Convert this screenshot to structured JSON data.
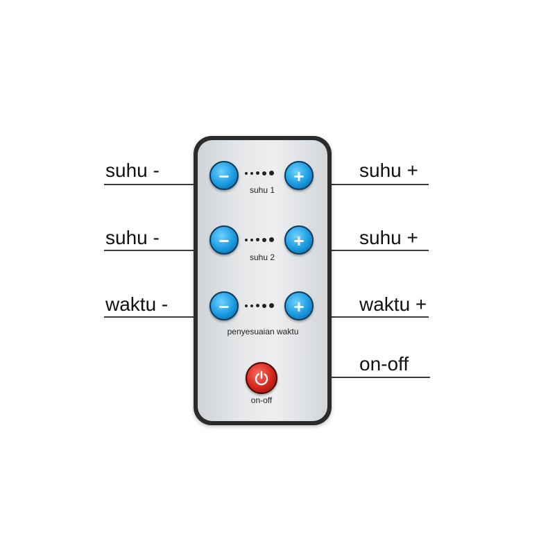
{
  "callouts": {
    "row1_left": "suhu -",
    "row1_right": "suhu +",
    "row2_left": "suhu -",
    "row2_right": "suhu +",
    "row3_left": "waktu -",
    "row3_right": "waktu +",
    "power_right": "on-off"
  },
  "remote": {
    "row1_caption": "suhu 1",
    "row2_caption": "suhu 2",
    "row3_caption": "penyesuaian waktu",
    "power_caption": "on-off",
    "minus_symbol": "−",
    "plus_symbol": "+"
  },
  "colors": {
    "button_blue": "#1a9be0",
    "power_red": "#d2261c",
    "remote_frame": "#2b2b2b",
    "remote_face": "#e6e8ea"
  },
  "icons": {
    "minus_button": "minus-icon",
    "plus_button": "plus-icon",
    "power_button": "power-icon"
  }
}
